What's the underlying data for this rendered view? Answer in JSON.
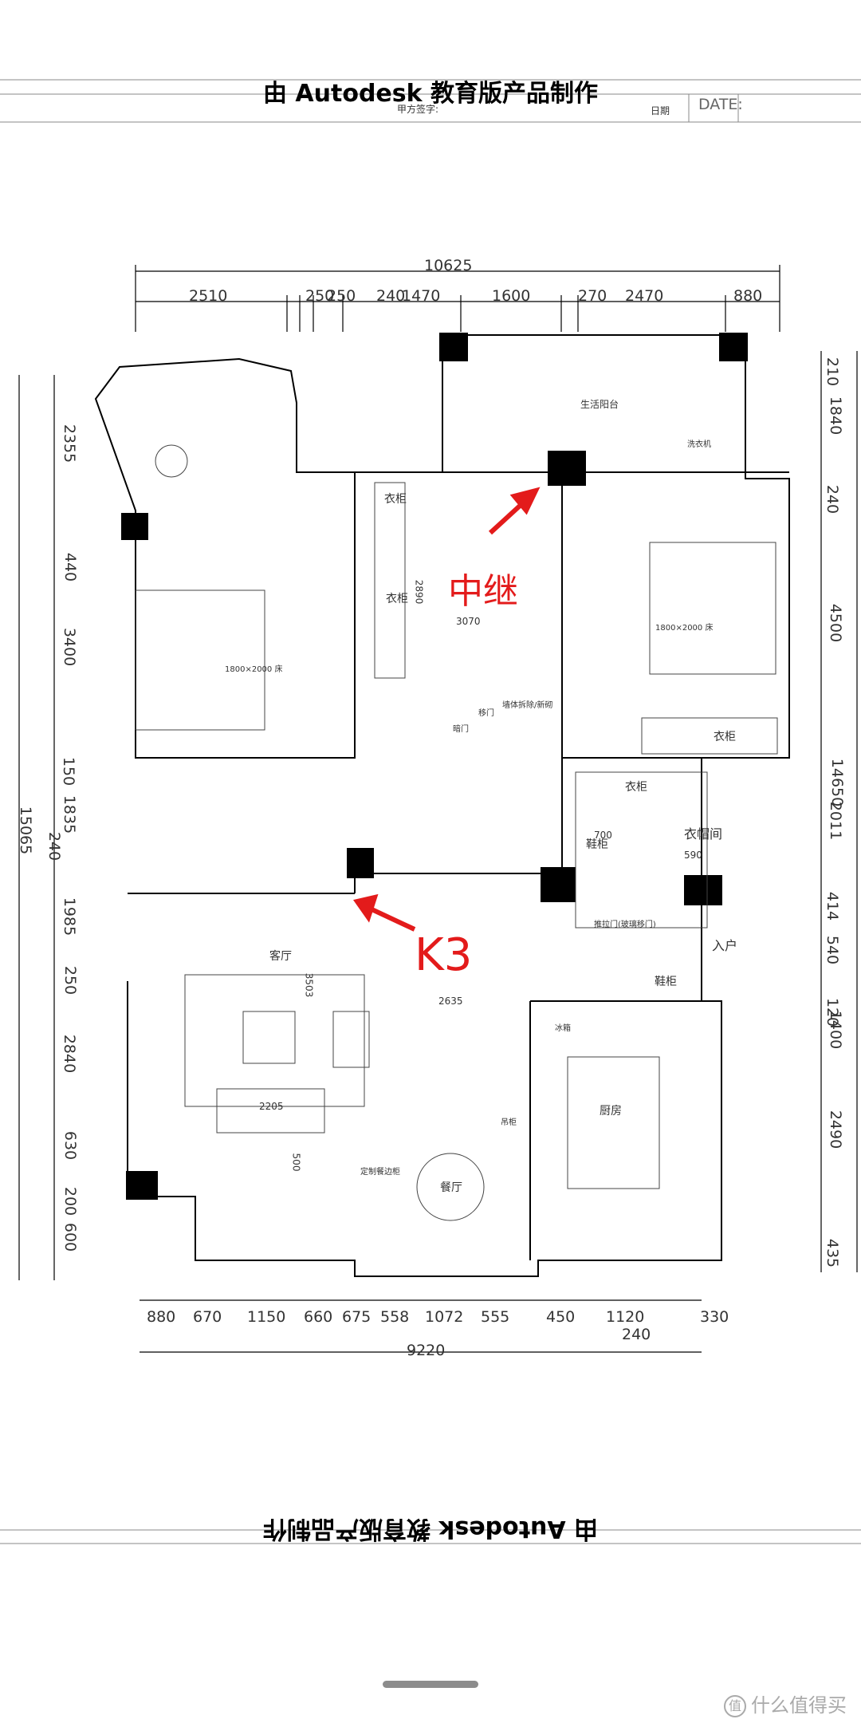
{
  "header": {
    "watermark": "由 Autodesk 教育版产品制作",
    "party_a_signature": "甲方签字:",
    "date_cn": "日期",
    "date_en": "DATE:"
  },
  "footer": {
    "watermark_mirrored": "由 Autodesk 教育版产品制作",
    "brand": "什么值得买",
    "brand_icon": "值"
  },
  "annotations": {
    "relay": "中继",
    "k3": "K3",
    "arrow_color": "#e31b1b"
  },
  "dimensions": {
    "top_total": "10625",
    "top_segments": [
      "2510",
      "250",
      "250",
      "240",
      "1470",
      "1600",
      "270",
      "2470",
      "880"
    ],
    "bottom_total": "9220",
    "bottom_segments": [
      "880",
      "670",
      "1150",
      "660",
      "675",
      "558",
      "1072",
      "555",
      "450",
      "1120",
      "330"
    ],
    "bottom_extra": "240",
    "left_total": "15065",
    "left_segments": [
      "2355",
      "440",
      "3400",
      "150",
      "1835",
      "240",
      "1985",
      "250",
      "2840",
      "630",
      "200",
      "600"
    ],
    "right_total": "14650",
    "right_segments": [
      "210",
      "1840",
      "240",
      "4500",
      "2011",
      "414",
      "540",
      "1400",
      "120",
      "2490",
      "435"
    ],
    "interior": [
      "3070",
      "2890",
      "2635",
      "2205",
      "3503",
      "500",
      "700",
      "590"
    ]
  },
  "rooms": {
    "wardrobe": "衣柜",
    "cloakroom": "衣帽间",
    "shoe_cabinet": "鞋柜",
    "entrance": "入户",
    "living_room": "客厅",
    "kitchen": "厨房",
    "dining_room": "餐厅",
    "balcony": "生活阳台"
  },
  "notes": {
    "pocket_door": "暗门",
    "move_door": "移门",
    "wall_note": "墙体拆除/新砌",
    "bed_left": "1800×2000 床",
    "bed_right": "1800×2000 床",
    "sliding_door": "推拉门(玻璃移门)",
    "dining_note": "定制餐边柜",
    "cabinet_note": "吊柜",
    "fridge": "冰箱",
    "washer": "洗衣机"
  }
}
